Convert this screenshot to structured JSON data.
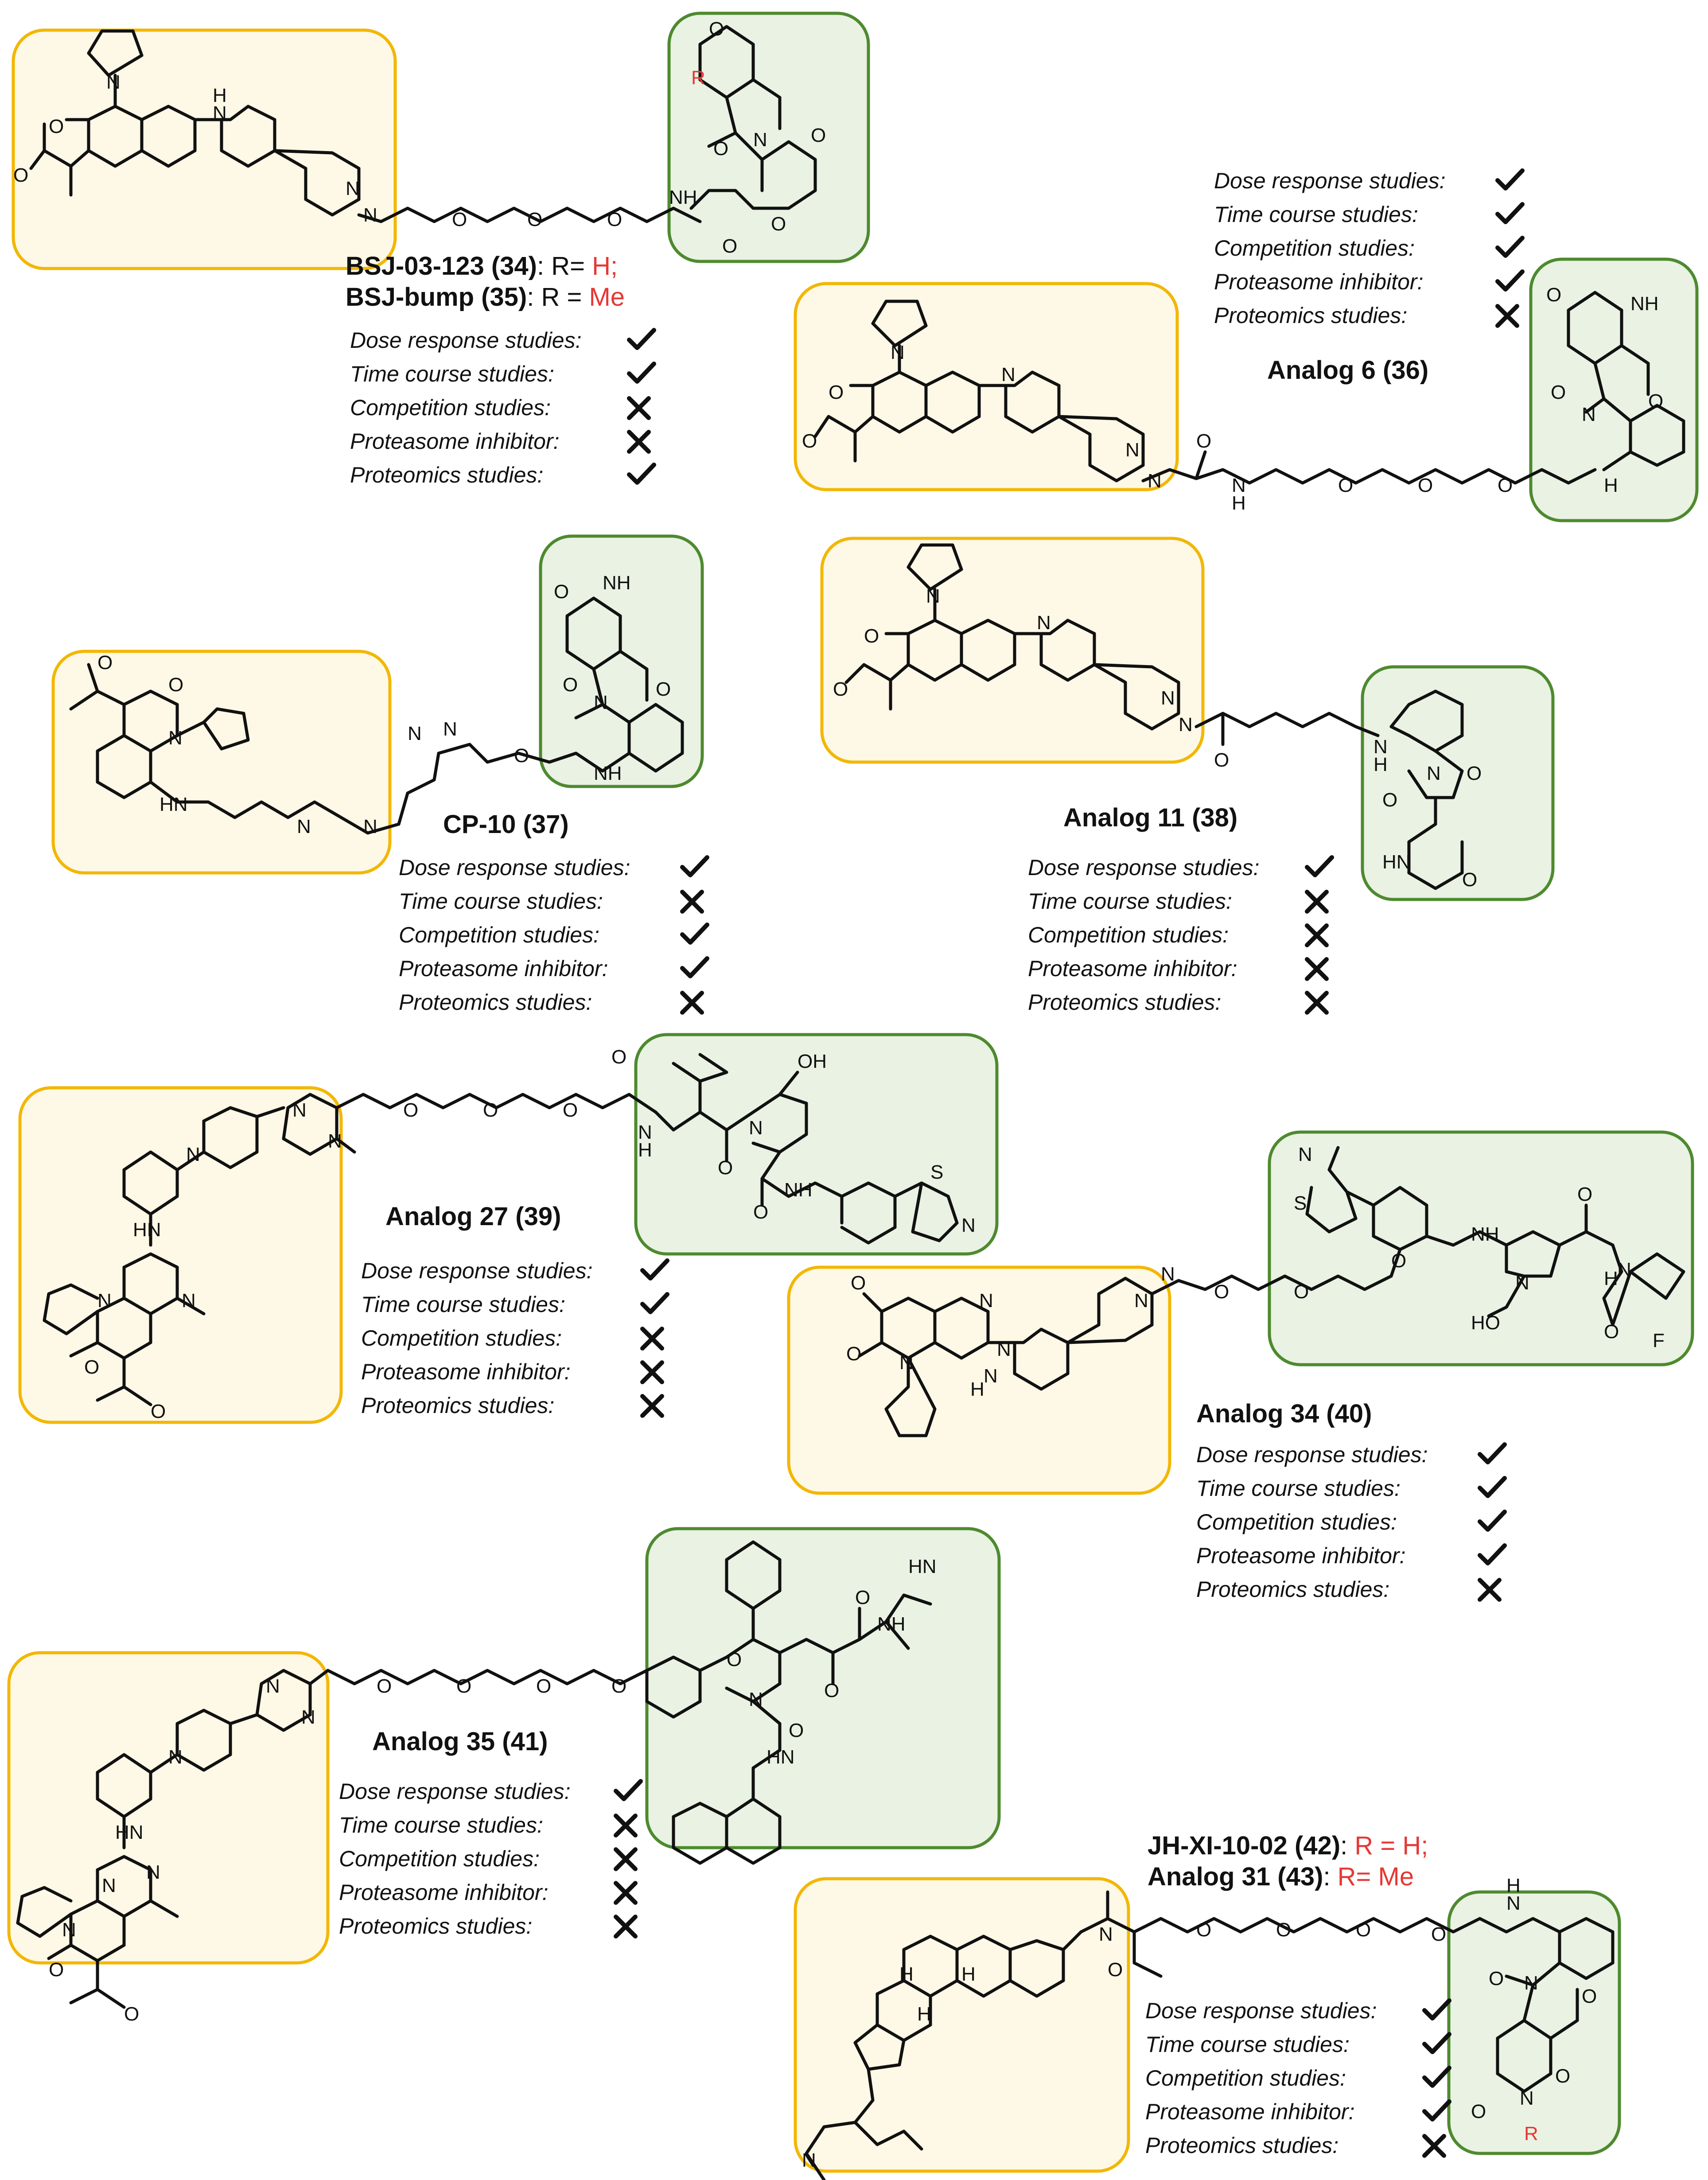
{
  "compounds": [
    {
      "title_bold_1": "BSJ-03-123 (34)",
      "title_plain_1": ": R= ",
      "title_red_1": "H;",
      "title_bold_2": "BSJ-bump (35)",
      "title_plain_2": ": R = ",
      "title_red_2": "Me",
      "studies": [
        {
          "label": "Dose response studies:",
          "result": "check"
        },
        {
          "label": "Time course studies:",
          "result": "check"
        },
        {
          "label": "Competition studies:",
          "result": "cross"
        },
        {
          "label": "Proteasome inhibitor:",
          "result": "cross"
        },
        {
          "label": "Proteomics studies:",
          "result": "check"
        }
      ]
    },
    {
      "title": "Analog 6 (36)",
      "studies": [
        {
          "label": "Dose response studies:",
          "result": "check"
        },
        {
          "label": "Time course studies:",
          "result": "check"
        },
        {
          "label": "Competition studies:",
          "result": "check"
        },
        {
          "label": "Proteasome inhibitor:",
          "result": "check"
        },
        {
          "label": "Proteomics studies:",
          "result": "cross"
        }
      ]
    },
    {
      "title": "CP-10 (37)",
      "studies": [
        {
          "label": "Dose response studies:",
          "result": "check"
        },
        {
          "label": "Time course studies:",
          "result": "cross"
        },
        {
          "label": "Competition studies:",
          "result": "check"
        },
        {
          "label": "Proteasome inhibitor:",
          "result": "check"
        },
        {
          "label": "Proteomics studies:",
          "result": "cross"
        }
      ]
    },
    {
      "title": "Analog 11 (38)",
      "studies": [
        {
          "label": "Dose response studies:",
          "result": "check"
        },
        {
          "label": "Time course studies:",
          "result": "cross"
        },
        {
          "label": "Competition studies:",
          "result": "cross"
        },
        {
          "label": "Proteasome inhibitor:",
          "result": "cross"
        },
        {
          "label": "Proteomics studies:",
          "result": "cross"
        }
      ]
    },
    {
      "title": "Analog 27 (39)",
      "studies": [
        {
          "label": "Dose response studies:",
          "result": "check"
        },
        {
          "label": "Time course studies:",
          "result": "check"
        },
        {
          "label": "Competition studies:",
          "result": "cross"
        },
        {
          "label": "Proteasome inhibitor:",
          "result": "cross"
        },
        {
          "label": "Proteomics studies:",
          "result": "cross"
        }
      ]
    },
    {
      "title": "Analog 34 (40)",
      "studies": [
        {
          "label": "Dose response studies:",
          "result": "check"
        },
        {
          "label": "Time course studies:",
          "result": "check"
        },
        {
          "label": "Competition studies:",
          "result": "check"
        },
        {
          "label": "Proteasome inhibitor:",
          "result": "check"
        },
        {
          "label": "Proteomics studies:",
          "result": "cross"
        }
      ]
    },
    {
      "title": "Analog 35 (41)",
      "studies": [
        {
          "label": "Dose response studies:",
          "result": "check"
        },
        {
          "label": "Time course studies:",
          "result": "cross"
        },
        {
          "label": "Competition studies:",
          "result": "cross"
        },
        {
          "label": "Proteasome inhibitor:",
          "result": "cross"
        },
        {
          "label": "Proteomics studies:",
          "result": "cross"
        }
      ]
    },
    {
      "title_bold_1": "JH-XI-10-02 (42)",
      "title_plain_1": ": ",
      "title_red_1": "R = H;",
      "title_bold_2": "Analog 31 (43)",
      "title_plain_2": ": ",
      "title_red_2": "R= Me",
      "studies": [
        {
          "label": "Dose response studies:",
          "result": "check"
        },
        {
          "label": "Time course studies:",
          "result": "check"
        },
        {
          "label": "Competition studies:",
          "result": "check"
        },
        {
          "label": "Proteasome inhibitor:",
          "result": "check"
        },
        {
          "label": "Proteomics studies:",
          "result": "cross"
        }
      ]
    }
  ],
  "atoms": {
    "N": "N",
    "H": "H",
    "O": "O",
    "S": "S",
    "F": "F",
    "NH": "NH",
    "HN": "HN",
    "OH": "OH",
    "HO": "HO",
    "R": "R"
  }
}
